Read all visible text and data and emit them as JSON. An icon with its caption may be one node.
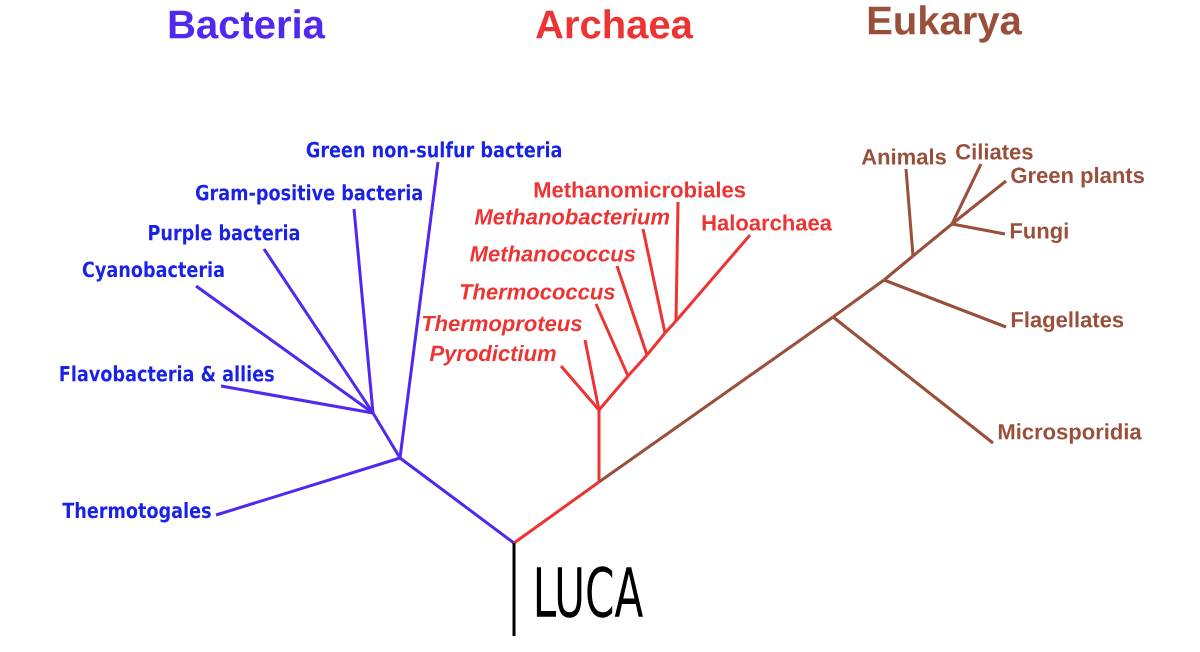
{
  "diagram": {
    "nodes": [
      {
        "text": [
          "Green non-sulfur bacteria"
        ]
      },
      {
        "text": [
          "Gram-positive bacteria"
        ]
      },
      {
        "text": [
          "Purple bacteria"
        ]
      },
      {
        "text": [
          "Cyanobacteria"
        ]
      },
      {
        "text": [
          "Flavobacteria & allies"
        ]
      },
      {
        "text": [
          "Thermotogales"
        ]
      },
      {
        "text": [
          "Methanomicrobiales"
        ]
      },
      {
        "text": [
          "Methanobacterium"
        ]
      },
      {
        "text": [
          "Haloarchaea"
        ]
      },
      {
        "text": [
          "Methanococcus"
        ]
      },
      {
        "text": [
          "Thermococcus"
        ]
      },
      {
        "text": [
          "Thermoproteus"
        ]
      },
      {
        "text": [
          "Pyrodictium"
        ]
      },
      {
        "text": [
          "Animals"
        ]
      },
      {
        "text": [
          "Ciliates"
        ]
      },
      {
        "text": [
          "Green plants"
        ]
      },
      {
        "text": [
          "Fungi"
        ]
      },
      {
        "text": [
          "Flagellates"
        ]
      },
      {
        "text": [
          "Microsporidia"
        ]
      }
    ],
    "edges": [
      {
        "from": null,
        "to": 0,
        "arrow": "none",
        "color": "#5028f0"
      },
      {
        "from": null,
        "to": 1,
        "arrow": "none",
        "color": "#5028f0"
      },
      {
        "from": null,
        "to": 2,
        "arrow": "none",
        "color": "#5028f0"
      },
      {
        "from": null,
        "to": 3,
        "arrow": "none",
        "color": "#5028f0"
      },
      {
        "from": null,
        "to": 4,
        "arrow": "none",
        "color": "#5028f0"
      },
      {
        "from": null,
        "to": 5,
        "arrow": "none",
        "color": "#5028f0"
      },
      {
        "from": null,
        "to": 6,
        "arrow": "none",
        "color": "#ee3333"
      },
      {
        "from": null,
        "to": 7,
        "arrow": "none",
        "color": "#ee3333"
      },
      {
        "from": null,
        "to": 8,
        "arrow": "none",
        "color": "#ee3333"
      },
      {
        "from": null,
        "to": 9,
        "arrow": "none",
        "color": "#ee3333"
      },
      {
        "from": null,
        "to": 10,
        "arrow": "none",
        "color": "#ee3333"
      },
      {
        "from": null,
        "to": 11,
        "arrow": "none",
        "color": "#ee3333"
      },
      {
        "from": null,
        "to": 12,
        "arrow": "none",
        "color": "#ee3333"
      },
      {
        "from": null,
        "to": 13,
        "arrow": "none",
        "color": "#9a4f3a"
      },
      {
        "from": null,
        "to": 14,
        "arrow": "none",
        "color": "#9a4f3a"
      },
      {
        "from": null,
        "to": 15,
        "arrow": "none",
        "color": "#9a4f3a"
      },
      {
        "from": null,
        "to": 16,
        "arrow": "none",
        "color": "#9a4f3a"
      },
      {
        "from": null,
        "to": 17,
        "arrow": "none",
        "color": "#9a4f3a"
      },
      {
        "from": null,
        "to": 18,
        "arrow": "none",
        "color": "#9a4f3a"
      }
    ],
    "labels": [
      "Bacteria",
      "Archaea",
      "Eukarya",
      "LUCA"
    ]
  }
}
